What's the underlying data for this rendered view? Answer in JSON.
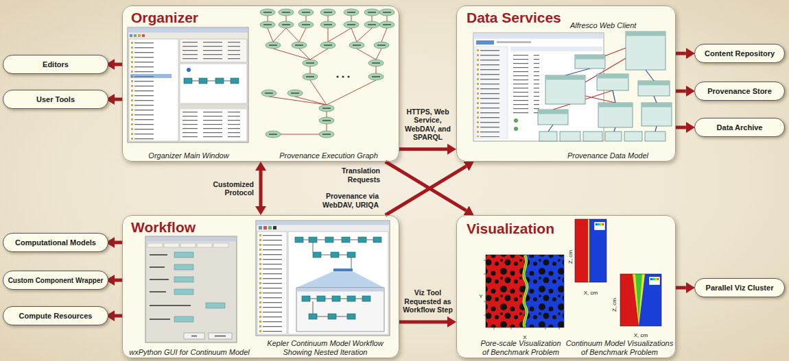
{
  "diagram": {
    "nodes": [
      {
        "text": [
          "Organizer",
          "Organizer Main Window",
          "Provenance Execution Graph"
        ]
      },
      {
        "text": [
          "Data Services",
          "Alfresco Web Client",
          "Provenance Data Model"
        ]
      },
      {
        "text": [
          "Workflow",
          "wxPython GUI for Continuum Model",
          "Kepler Continuum Model Workflow Showing Nested Iteration"
        ]
      },
      {
        "text": [
          "Visualization",
          "Pore-scale Visualization of Benchmark Problem",
          "Continuum Model Visualizations of Benchmark Problem"
        ]
      },
      {
        "text": [
          "Editors"
        ]
      },
      {
        "text": [
          "User Tools"
        ]
      },
      {
        "text": [
          "Computational Models"
        ]
      },
      {
        "text": [
          "Custom Component Wrapper"
        ]
      },
      {
        "text": [
          "Compute Resources"
        ]
      },
      {
        "text": [
          "Content Repository"
        ]
      },
      {
        "text": [
          "Provenance Store"
        ]
      },
      {
        "text": [
          "Data Archive"
        ]
      },
      {
        "text": [
          "Parallel Viz Cluster"
        ]
      }
    ],
    "edges": [
      {
        "from": 0,
        "to": 4,
        "arrow": "to"
      },
      {
        "from": 0,
        "to": 5,
        "arrow": "to"
      },
      {
        "from": 0,
        "to": 1,
        "label": "HTTPS, Web Service, WebDAV, and SPARQL",
        "arrow": "to"
      },
      {
        "from": 0,
        "to": 2,
        "label": "Customized Protocol",
        "arrow": "both"
      },
      {
        "from": 0,
        "to": 3,
        "label": "Translation Requests",
        "arrow": "to"
      },
      {
        "from": 2,
        "to": 1,
        "label": "Provenance via WebDAV, URIQA",
        "arrow": "to"
      },
      {
        "from": 1,
        "to": 9,
        "arrow": "to"
      },
      {
        "from": 1,
        "to": 10,
        "arrow": "to"
      },
      {
        "from": 1,
        "to": 11,
        "arrow": "to"
      },
      {
        "from": 2,
        "to": 6,
        "arrow": "to"
      },
      {
        "from": 2,
        "to": 7,
        "arrow": "to"
      },
      {
        "from": 2,
        "to": 8,
        "arrow": "to"
      },
      {
        "from": 2,
        "to": 3,
        "label": "Viz Tool Requested as Workflow Step",
        "arrow": "to"
      },
      {
        "from": 3,
        "to": 12,
        "arrow": "to"
      }
    ],
    "labels": [
      "Y",
      "X",
      "Z, cm",
      "X, cm",
      "Z, cm",
      "X, cm"
    ]
  }
}
